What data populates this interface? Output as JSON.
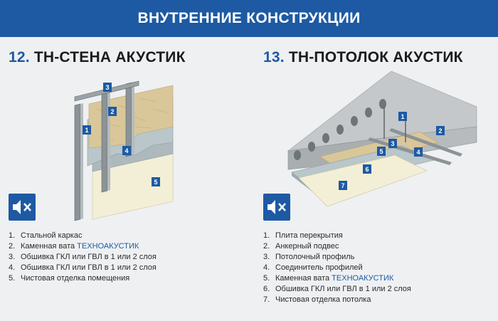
{
  "header": {
    "title": "ВНУТРЕННИЕ КОНСТРУКЦИИ"
  },
  "colors": {
    "brand_blue": "#1d5aa3",
    "background": "#eef0f2"
  },
  "wall_section": {
    "number": "12.",
    "name": "ТН-СТЕНА АКУСТИК",
    "icon": "sound-insulation-icon",
    "markers": [
      "1",
      "2",
      "3",
      "4",
      "5"
    ],
    "legend": [
      {
        "n": "1.",
        "text": "Стальной каркас",
        "brand": ""
      },
      {
        "n": "2.",
        "text": "Каменная вата ",
        "brand": "ТЕХНОАКУСТИК"
      },
      {
        "n": "3.",
        "text": "Обшивка ГКЛ или ГВЛ в 1 или 2 слоя",
        "brand": ""
      },
      {
        "n": "4.",
        "text": "Обшивка ГКЛ или ГВЛ в 1 или 2 слоя",
        "brand": ""
      },
      {
        "n": "5.",
        "text": "Чистовая отделка помещения",
        "brand": ""
      }
    ]
  },
  "ceiling_section": {
    "number": "13.",
    "name": "ТН-ПОТОЛОК АКУСТИК",
    "icon": "sound-insulation-icon",
    "markers": [
      "1",
      "2",
      "3",
      "4",
      "5",
      "6",
      "7"
    ],
    "legend": [
      {
        "n": "1.",
        "text": "Плита перекрытия",
        "brand": ""
      },
      {
        "n": "2.",
        "text": "Анкерный подвес",
        "brand": ""
      },
      {
        "n": "3.",
        "text": "Потолочный профиль",
        "brand": ""
      },
      {
        "n": "4.",
        "text": "Соединитель профилей",
        "brand": ""
      },
      {
        "n": "5.",
        "text": "Каменная вата ",
        "brand": "ТЕХНОАКУСТИК"
      },
      {
        "n": "6.",
        "text": "Обшивка ГКЛ или ГВЛ в 1 или 2 слоя",
        "brand": ""
      },
      {
        "n": "7.",
        "text": "Чистовая отделка потолка",
        "brand": ""
      }
    ]
  }
}
